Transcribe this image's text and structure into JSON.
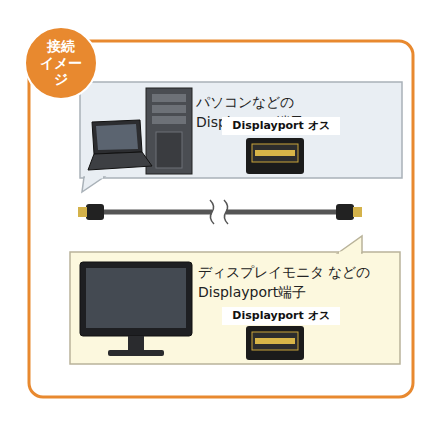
{
  "diagram": {
    "nodes": [
      {
        "text": [
          "接続 イメージ"
        ]
      },
      {
        "text": [
          "パソコンなどの Displayport端子"
        ]
      },
      {
        "text": [
          "Displayport オス"
        ],
        "in": 1
      },
      {
        "text": [
          "ディスプレイモニタ などの Displayport端子"
        ]
      },
      {
        "text": [
          "Displayport オス"
        ],
        "in": 3
      }
    ]
  }
}
